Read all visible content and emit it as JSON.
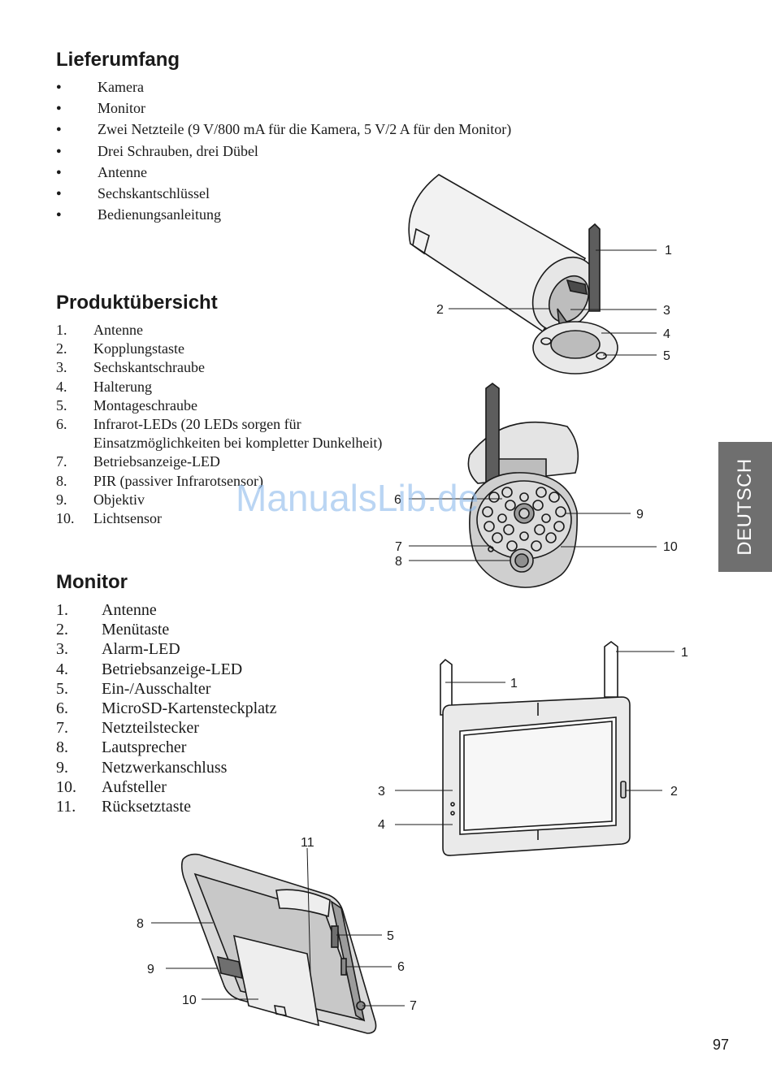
{
  "sections": {
    "contents": {
      "title": "Lieferumfang",
      "items": [
        "Kamera",
        "Monitor",
        "Zwei Netzteile (9 V/800 mA für die Kamera, 5 V/2 A für den Monitor)",
        "Drei Schrauben, drei Dübel",
        "Antenne",
        "Sechskantschlüssel",
        "Bedienungsanleitung"
      ]
    },
    "overview": {
      "title": "Produktübersicht",
      "items": [
        {
          "num": "1.",
          "text": "Antenne"
        },
        {
          "num": "2.",
          "text": "Kopplungstaste"
        },
        {
          "num": "3.",
          "text": "Sechskantschraube"
        },
        {
          "num": "4.",
          "text": "Halterung"
        },
        {
          "num": "5.",
          "text": "Montageschraube"
        },
        {
          "num": "6.",
          "text": "Infrarot-LEDs (20 LEDs sorgen für",
          "text2": "Einsatzmöglichkeiten bei kompletter Dunkelheit)"
        },
        {
          "num": "7.",
          "text": "Betriebsanzeige-LED"
        },
        {
          "num": "8.",
          "text": "PIR (passiver Infrarotsensor)"
        },
        {
          "num": "9.",
          "text": "Objektiv"
        },
        {
          "num": "10.",
          "text": "Lichtsensor"
        }
      ]
    },
    "monitor": {
      "title": "Monitor",
      "items": [
        {
          "num": "1.",
          "text": "Antenne"
        },
        {
          "num": "2.",
          "text": "Menütaste"
        },
        {
          "num": "3.",
          "text": "Alarm-LED"
        },
        {
          "num": "4.",
          "text": "Betriebsanzeige-LED"
        },
        {
          "num": "5.",
          "text": "Ein-/Ausschalter"
        },
        {
          "num": "6.",
          "text": "MicroSD-Kartensteckplatz"
        },
        {
          "num": "7.",
          "text": "Netzteilstecker"
        },
        {
          "num": "8.",
          "text": "Lautsprecher"
        },
        {
          "num": "9.",
          "text": "Netzwerkanschluss"
        },
        {
          "num": "10.",
          "text": "Aufsteller"
        },
        {
          "num": "11.",
          "text": "Rücksetztaste"
        }
      ]
    }
  },
  "side_tab": "DEUTSCH",
  "page_number": "97",
  "watermark": "ManualsLib.de",
  "callouts": {
    "camera_side": [
      "1",
      "2",
      "3",
      "4",
      "5"
    ],
    "camera_front": [
      "6",
      "9",
      "10",
      "7",
      "8"
    ],
    "monitor_front": [
      "1",
      "1",
      "2",
      "3",
      "4"
    ],
    "monitor_back": [
      "11",
      "8",
      "9",
      "10",
      "5",
      "6",
      "7"
    ]
  }
}
